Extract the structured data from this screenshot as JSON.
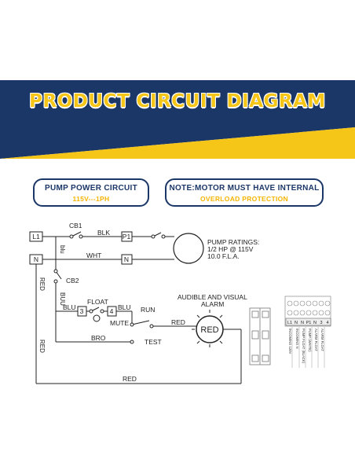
{
  "header": {
    "title": "PRODUCT CIRCUIT DIAGRAM"
  },
  "pump_box": {
    "title": "PUMP POWER CIRCUIT",
    "subtitle": "115V---1PH"
  },
  "note_box": {
    "title": "NOTE:MOTOR MUST HAVE INTERNAL",
    "subtitle": "OVERLOAD PROTECTION"
  },
  "circuit": {
    "terminals": {
      "l1": "L1",
      "n": "N",
      "p1": "P1",
      "n2": "N",
      "t3": "3",
      "t4": "4"
    },
    "breakers": {
      "cb1": "CB1",
      "cb2": "CB2"
    },
    "wires": {
      "blk": "BLK",
      "wht": "WHT",
      "blu_v": "blu",
      "red1": "RED",
      "buu": "BUU",
      "blu1": "BLU",
      "blu2": "BLU",
      "red2": "RED",
      "bro": "BRO",
      "red3": "RED",
      "red4": "RED"
    },
    "switches": {
      "float": "FLOAT",
      "run": "RUN",
      "mute": "MUTE",
      "test": "TEST"
    },
    "pump_ratings": [
      "PUMP RATINGS:",
      "1/2 HP @ 115V",
      "10.0 F.L.A."
    ],
    "alarm_title": [
      "AUDIBLE AND VISUAL",
      "ALARM"
    ],
    "alarm_lamp": "RED"
  },
  "terminal_block": {
    "top_labels": [
      "L1",
      "N",
      "N",
      "P1",
      "N",
      "3",
      "4"
    ],
    "wire_labels": [
      "INCOMING 120V",
      "INCOMING N",
      "PUMP FLOAT (BLACK)",
      "PUMP (WHITE)",
      "ALARM FLOAT",
      "ALARM FLOAT"
    ]
  },
  "colors": {
    "navy": "#1b3768",
    "yellow": "#f5c518",
    "orange": "#f5b400",
    "line": "#222222"
  }
}
